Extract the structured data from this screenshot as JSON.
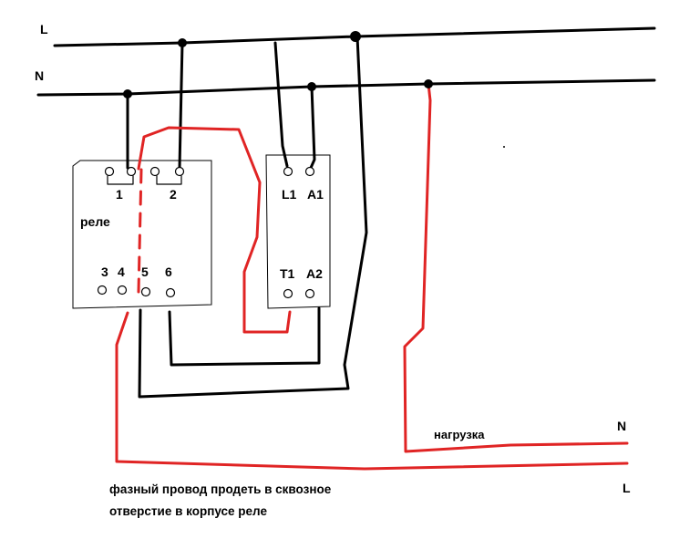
{
  "lines": {
    "phase_label": "L",
    "neutral_label": "N"
  },
  "relay": {
    "label": "реле",
    "contacts_top": [
      "1",
      "2"
    ],
    "contacts_bottom": [
      "3",
      "4",
      "5",
      "6"
    ]
  },
  "contactor": {
    "top_labels": [
      "L1",
      "A1"
    ],
    "bottom_labels": [
      "T1",
      "A2"
    ]
  },
  "load": {
    "label": "нагрузка",
    "neutral_label": "N",
    "phase_label": "L"
  },
  "note": {
    "line1": "фазный провод продеть в сквозное",
    "line2": "отверстие в корпусе реле"
  },
  "colors": {
    "wire": "#000000",
    "phase_wire": "#e02424"
  }
}
